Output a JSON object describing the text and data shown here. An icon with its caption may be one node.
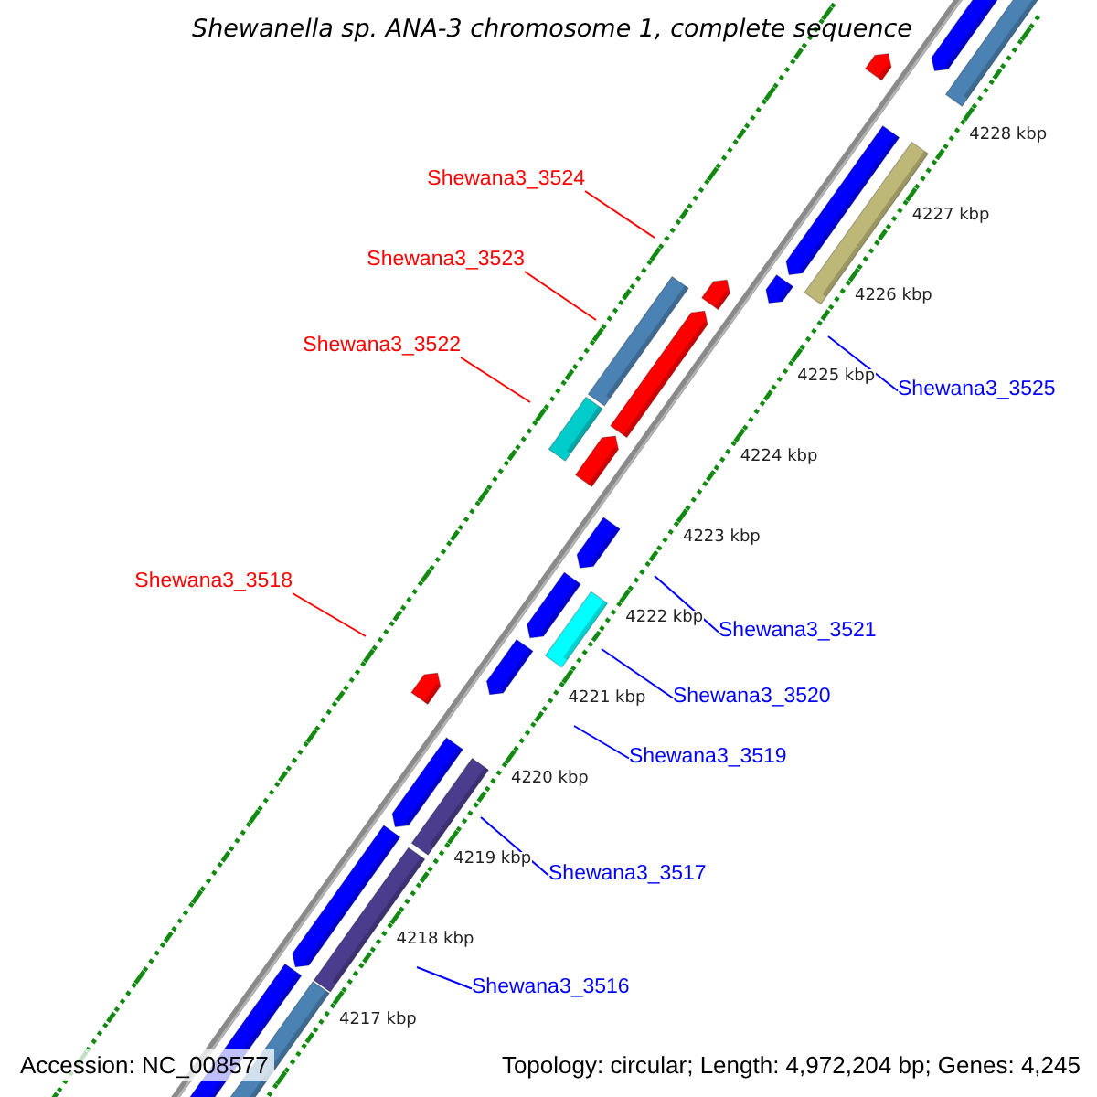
{
  "diagram": {
    "title": "Shewanella sp. ANA-3 chromosome 1, complete sequence",
    "nodes": [
      {
        "text": [
          "Shewana3_3524"
        ]
      },
      {
        "text": [
          "Shewana3_3523"
        ]
      },
      {
        "text": [
          "Shewana3_3522"
        ]
      },
      {
        "text": [
          "Shewana3_3525"
        ]
      },
      {
        "text": [
          "Shewana3_3518"
        ]
      },
      {
        "text": [
          "Shewana3_3521"
        ]
      },
      {
        "text": [
          "Shewana3_3520"
        ]
      },
      {
        "text": [
          "Shewana3_3519"
        ]
      },
      {
        "text": [
          "Shewana3_3517"
        ]
      },
      {
        "text": [
          "Shewana3_3516"
        ]
      }
    ],
    "edges": [
      {
        "from": 0,
        "to": null,
        "arrow": "none",
        "color": "#ff0000"
      },
      {
        "from": 1,
        "to": null,
        "arrow": "none",
        "color": "#ff0000"
      },
      {
        "from": 2,
        "to": null,
        "arrow": "none",
        "color": "#ff0000"
      },
      {
        "from": 3,
        "to": null,
        "arrow": "none"
      },
      {
        "from": 4,
        "to": null,
        "arrow": "none",
        "color": "#ff0000"
      },
      {
        "from": 5,
        "to": null,
        "arrow": "none"
      },
      {
        "from": 6,
        "to": null,
        "arrow": "none"
      },
      {
        "from": 7,
        "to": null,
        "arrow": "none"
      },
      {
        "from": 8,
        "to": null,
        "arrow": "none"
      },
      {
        "from": 9,
        "to": null,
        "arrow": "none"
      }
    ],
    "labels": [
      "4228 kbp",
      "4227 kbp",
      "4226 kbp",
      "4225 kbp",
      "4224 kbp",
      "4223 kbp",
      "4222 kbp",
      "4221 kbp",
      "4220 kbp",
      "4219 kbp",
      "4218 kbp",
      "4217 kbp",
      "Accession: NC_008577",
      "Topology: circular; Length: 4,972,204 bp; Genes: 4,245"
    ]
  }
}
